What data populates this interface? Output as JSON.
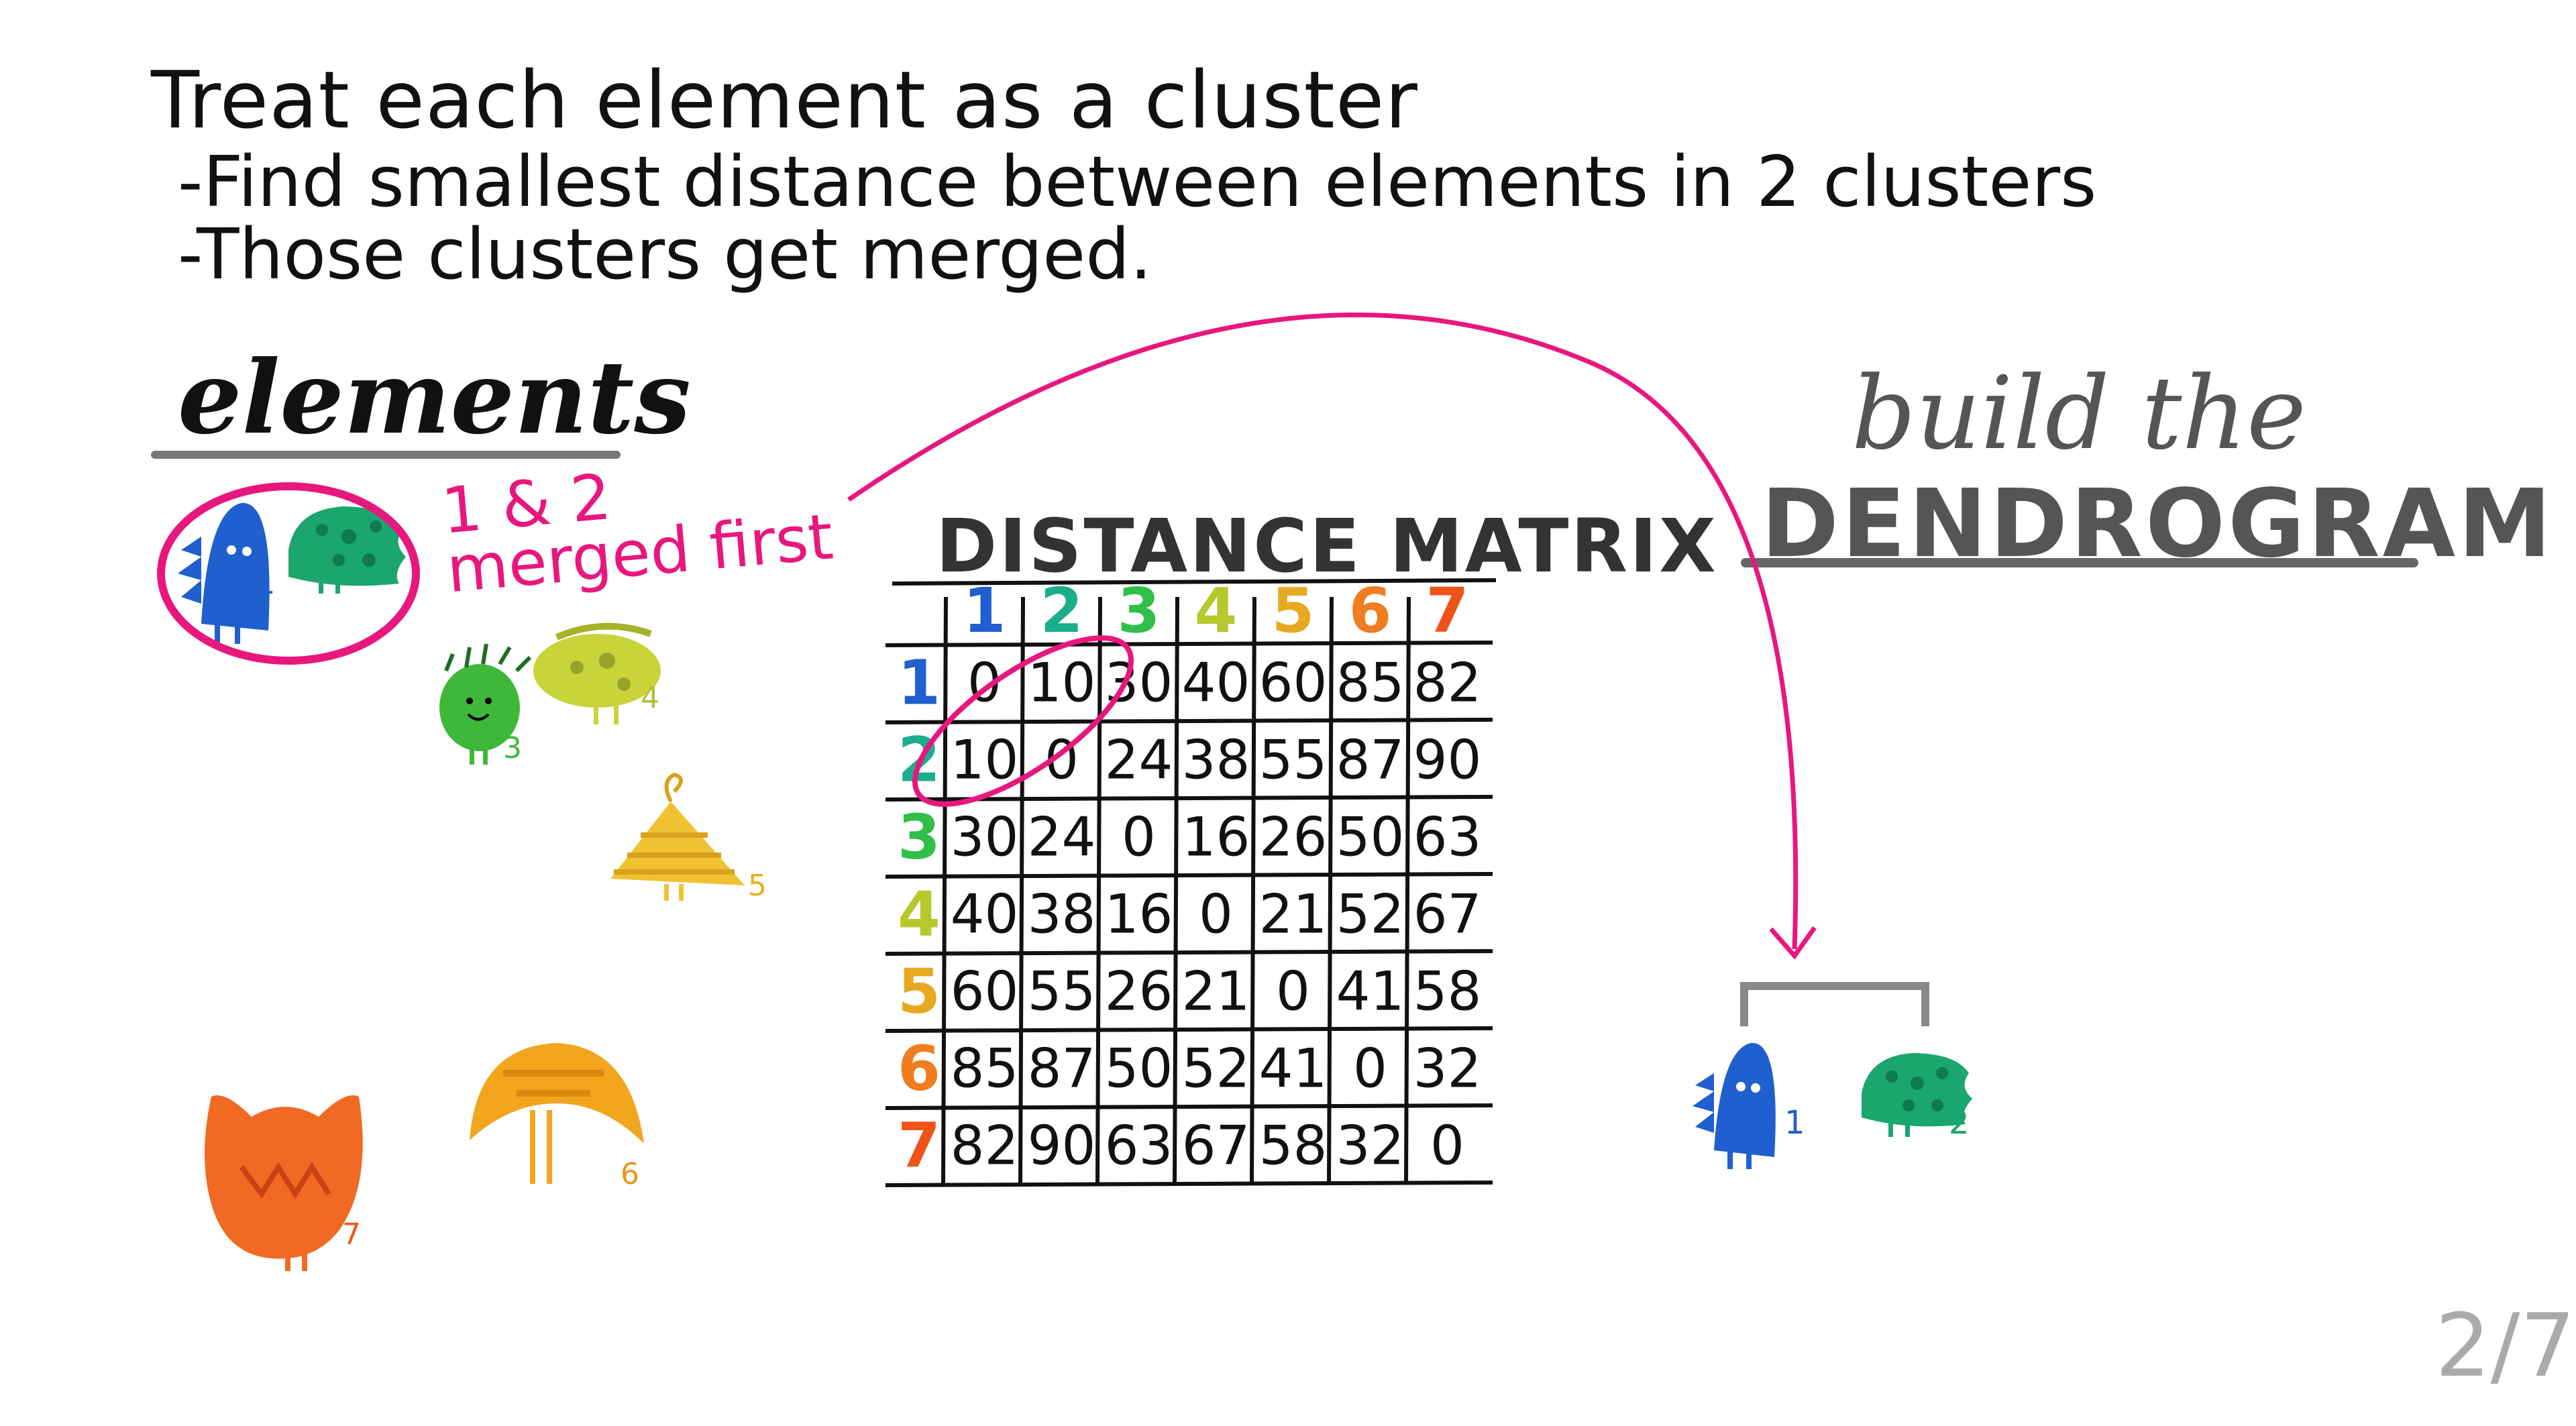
{
  "heading": "Treat each element as a cluster",
  "bullets": [
    "-Find smallest distance between elements in 2 clusters",
    "-Those clusters get merged."
  ],
  "elements_title": "elements",
  "merge_note": [
    "1 & 2",
    "merged first"
  ],
  "matrix": {
    "title": "DISTANCE MATRIX",
    "labels": [
      "1",
      "2",
      "3",
      "4",
      "5",
      "6",
      "7"
    ],
    "label_colors": [
      "#1f5fcf",
      "#1aae8c",
      "#2fbf4a",
      "#b5c92d",
      "#e8a922",
      "#f07d1f",
      "#ee5319"
    ],
    "rows": [
      [
        "0",
        "10",
        "30",
        "40",
        "60",
        "85",
        "82"
      ],
      [
        "10",
        "0",
        "24",
        "38",
        "55",
        "87",
        "90"
      ],
      [
        "30",
        "24",
        "0",
        "16",
        "26",
        "50",
        "63"
      ],
      [
        "40",
        "38",
        "16",
        "0",
        "21",
        "52",
        "67"
      ],
      [
        "60",
        "55",
        "26",
        "21",
        "0",
        "41",
        "58"
      ],
      [
        "85",
        "87",
        "50",
        "52",
        "41",
        "0",
        "32"
      ],
      [
        "82",
        "90",
        "63",
        "67",
        "58",
        "32",
        "0"
      ]
    ]
  },
  "dendrogram": {
    "title_top": "build the",
    "title_main": "DENDROGRAM"
  },
  "creature_numbers": [
    "1",
    "2",
    "3",
    "4",
    "5",
    "6",
    "7"
  ],
  "dendro_creature_numbers": [
    "1",
    "2"
  ],
  "page_indicator": "2/7",
  "colors": {
    "accent": "#e8177e",
    "c1": "#1f5fcf",
    "c2": "#1aa66e",
    "c3": "#3fb83a",
    "c4": "#c8d43a",
    "c5": "#f0c232",
    "c6": "#f2a61e",
    "c7": "#f06a23"
  }
}
